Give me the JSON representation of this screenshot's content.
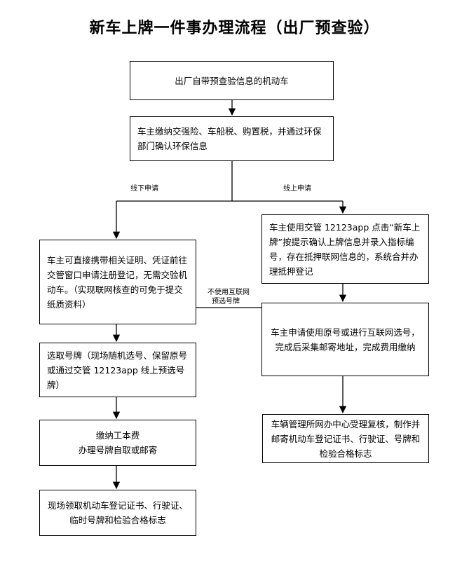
{
  "title": "新车上牌一件事办理流程（出厂预查验）",
  "nodes": {
    "n1": "出厂自带预查验信息的机动车",
    "n2": "车主缴纳交强险、车船税、购置税，并通过环保部门确认环保信息",
    "left1": "车主可直接携带相关证明、凭证前往交管窗口申请注册登记，无需交验机动车。（实现联网核查的可免于提交纸质资料）",
    "left2": "选取号牌（现场随机选号、保留原号或通过交管 12123app 线上预选号牌）",
    "left3_line1": "缴纳工本费",
    "left3_line2": "办理号牌自取或邮寄",
    "left4": "现场领取机动车登记证书、行驶证、临时号牌和检验合格标志",
    "right1": "车主使用交管 12123app 点击“新车上牌”按提示确认上牌信息并录入指标编号，存在抵押联网信息的，系统合并办理抵押登记",
    "right2": "车主申请使用原号或进行互联网选号，完成后采集邮寄地址，完成费用缴纳",
    "right3": "车辆管理所网办中心受理复核，制作并邮寄机动车登记证书、行驶证、号牌和检验合格标志"
  },
  "edge_labels": {
    "offline": "线下申请",
    "online": "线上申请",
    "cross_line1": "不使用互联网",
    "cross_line2": "预选号牌"
  }
}
